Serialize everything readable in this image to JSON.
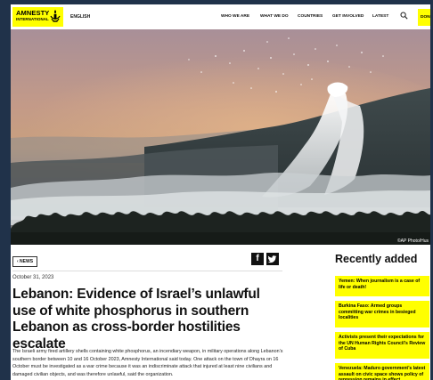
{
  "header": {
    "logo_line1": "AMNESTY",
    "logo_line2": "INTERNATIONAL",
    "language": "ENGLISH",
    "nav": [
      "WHO WE ARE",
      "WHAT WE DO",
      "COUNTRIES",
      "GET INVOLVED",
      "LATEST"
    ],
    "donate_label": "DON",
    "brand_color": "#ffff00"
  },
  "hero": {
    "credit": "©AP Photo/Hus"
  },
  "article": {
    "back_label": "NEWS",
    "share": [
      "f",
      "t"
    ],
    "date": "October 31, 2023",
    "title": "Lebanon: Evidence of Israel’s unlawful use of white phosphorus in southern Lebanon as cross-border hostilities escalate",
    "body": "The Israeli army fired artillery shells containing white phosphorus, an incendiary weapon, in military operations along Lebanon’s southern border between 10 and 16 October 2023, Amnesty International said today. One attack on the town of Dhayra on 16 October must be investigated as a war crime because it was an indiscriminate attack that injured at least nine civilians and damaged civilian objects, and was therefore unlawful, said the organization."
  },
  "sidebar": {
    "title": "Recently added",
    "items": [
      "Yemen: When journalism is a case of life or death!",
      "Burkina Faso: Armed groups committing war crimes in besieged localities",
      "Activists present their expectations for the UN Human Rights Council’s Review of Cuba",
      "Venezuela: Maduro government’s latest assault on civic space shows policy of repression remains in effect"
    ]
  }
}
